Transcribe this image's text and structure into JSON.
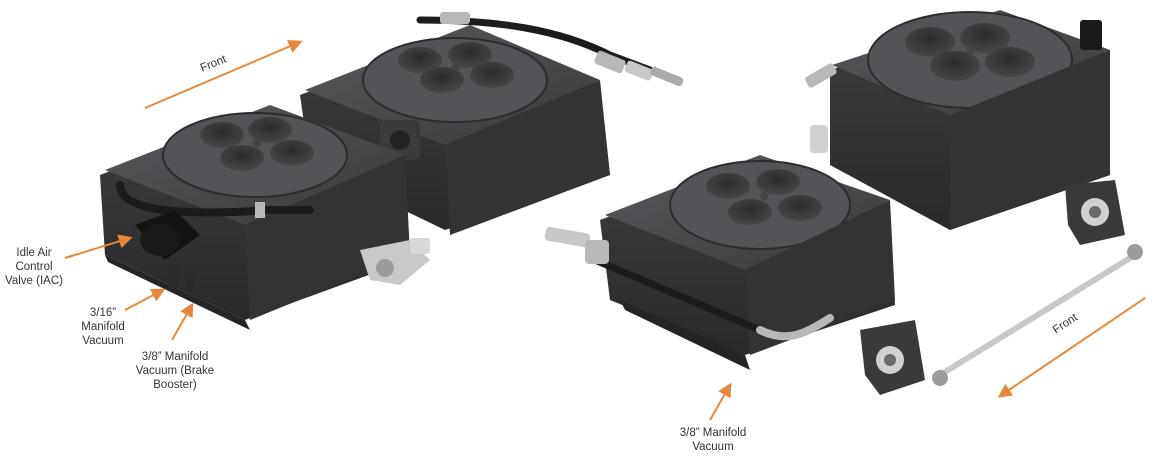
{
  "labels": {
    "front_left": "Front",
    "front_right": "Front",
    "iac": [
      "Idle Air",
      "Control",
      "Valve (IAC)"
    ],
    "vac_316": [
      "3/16”",
      "Manifold",
      "Vacuum"
    ],
    "vac_38_brake": [
      "3/8” Manifold",
      "Vacuum (Brake",
      "Booster)"
    ],
    "vac_38": [
      "3/8” Manifold",
      "Vacuum"
    ]
  },
  "colors": {
    "arrow": "#e8873a",
    "body_dark": "#3b3b3d",
    "body_mid": "#4a4a4d",
    "body_light": "#6a6a6e",
    "metal": "#b8b8bb",
    "hose": "#1c1c1c",
    "label_text": "#333333"
  }
}
